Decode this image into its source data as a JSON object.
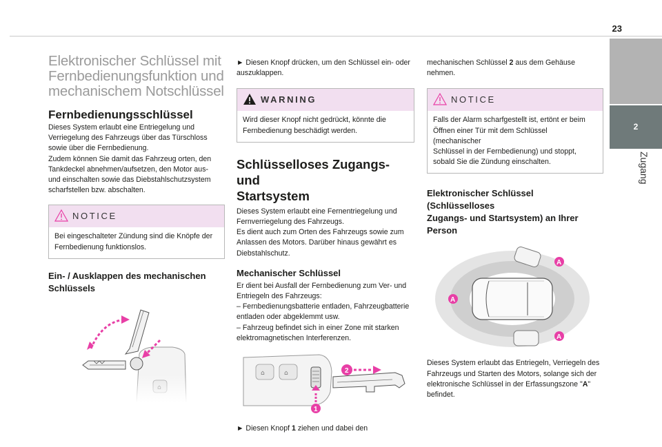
{
  "header": {
    "page_number": "23"
  },
  "side": {
    "chapter_number": "2",
    "chapter_label": "Zugang"
  },
  "col1": {
    "title": "Elektronischer Schlüssel mit Fernbedienungsfunktion und mechanischem Notschlüssel",
    "heading1": "Fernbedienungsschlüssel",
    "para1": [
      "Dieses System erlaubt eine Entriegelung und",
      "Verriegelung des Fahrzeugs über das Türschloss",
      "sowie über die Fernbedienung.",
      "Zudem können Sie damit das Fahrzeug orten, den",
      "Tankdeckel abnehmen/aufsetzen, den Motor aus-",
      "und einschalten sowie das Diebstahlschutzsystem",
      "scharfstellen bzw. abschalten."
    ],
    "notice_label": "NOTICE",
    "notice_text": [
      "Bei eingeschalteter Zündung sind die Knöpfe der",
      "Fernbedienung funktionslos."
    ],
    "heading2": [
      "Ein- / Ausklappen des mechanischen",
      "Schlüssels"
    ]
  },
  "col2": {
    "para_top": [
      "► Diesen Knopf drücken, um den Schlüssel ein- oder",
      "auszuklappen."
    ],
    "warning_label": "WARNING",
    "warning_text": [
      "Wird dieser Knopf nicht gedrückt, könnte die",
      "Fernbedienung beschädigt werden."
    ],
    "heading1": [
      "Schlüsselloses Zugangs- und",
      "Startsystem"
    ],
    "para1": [
      "Dieses System erlaubt eine Fernentriegelung und",
      "Fernverriegelung des Fahrzeugs.",
      "Es dient auch zum Orten des Fahrzeugs sowie zum",
      "Anlassen des Motors. Darüber hinaus gewährt es",
      "Diebstahlschutz."
    ],
    "heading2": "Mechanischer Schlüssel",
    "para2": [
      "Er dient bei Ausfall der Fernbedienung zum Ver- und",
      "Entriegeln des Fahrzeugs:",
      "– Fernbedienungsbatterie entladen, Fahrzeugbatterie",
      "entladen oder abgeklemmt usw.",
      "– Fahrzeug befindet sich in einer Zone mit starken",
      "elektromagnetischen Interferenzen."
    ],
    "fig_labels": {
      "one": "1",
      "two": "2"
    },
    "para_bottom": [
      "► Diesen Knopf ",
      "1",
      " ziehen und dabei den"
    ]
  },
  "col3": {
    "para_top": [
      "mechanischen Schlüssel ",
      "2",
      " aus dem Gehäuse",
      "nehmen."
    ],
    "notice_label": "NOTICE",
    "notice_text": [
      "Falls der Alarm scharfgestellt ist, ertönt er beim",
      "Öffnen einer Tür mit dem Schlüssel (mechanischer",
      "Schlüssel in der Fernbedienung) und stoppt,",
      "sobald Sie die Zündung einschalten."
    ],
    "heading1": [
      "Elektronischer Schlüssel (Schlüsselloses",
      "Zugangs- und Startsystem) an Ihrer",
      "Person"
    ],
    "zone_label": "A",
    "para1": [
      "Dieses System erlaubt das Entriegeln, Verriegeln des",
      "Fahrzeugs und Starten des Motors, solange sich der",
      "elektronische Schlüssel in der Erfassungszone \"",
      "A",
      "\"",
      "befindet."
    ]
  },
  "colors": {
    "accent": "#e83fa6",
    "box_head": "#f2dff0",
    "tab": "#6f7a7a",
    "warning": "#1d1d1b"
  }
}
